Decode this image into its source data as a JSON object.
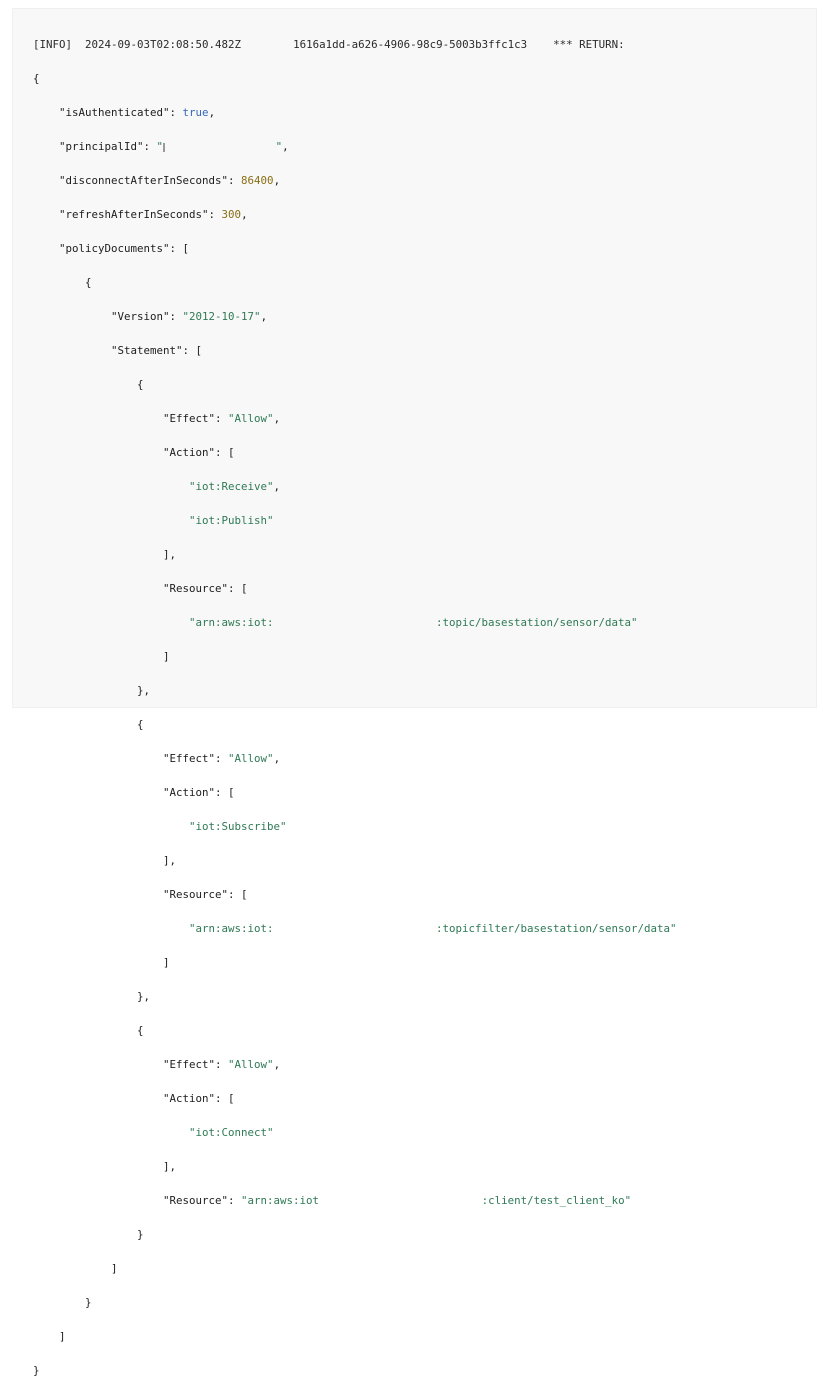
{
  "header": {
    "level": "[INFO]",
    "timestamp": "2024-09-03T02:08:50.482Z",
    "request_id": "1616a1dd-a626-4906-98c9-5003b3ffc1c3",
    "message": "*** RETURN:"
  },
  "response": {
    "isAuthenticated": "true",
    "principalId_prefix": "\"",
    "principalId_suffix": "\"",
    "disconnectAfterInSeconds": "86400",
    "refreshAfterInSeconds": "300",
    "version": "\"2012-10-17\"",
    "statements": [
      {
        "effect": "\"Allow\"",
        "actions": [
          "\"iot:Receive\"",
          "\"iot:Publish\""
        ],
        "resource_prefix": "\"arn:aws:iot:",
        "resource_suffix": ":topic/basestation/sensor/data\""
      },
      {
        "effect": "\"Allow\"",
        "actions": [
          "\"iot:Subscribe\""
        ],
        "resource_prefix": "\"arn:aws:iot:",
        "resource_suffix": ":topicfilter/basestation/sensor/data\""
      },
      {
        "effect": "\"Allow\"",
        "actions": [
          "\"iot:Connect\""
        ],
        "resource_prefix": "\"arn:aws:iot",
        "resource_suffix": ":client/test_client_ko\""
      }
    ]
  },
  "keys": {
    "isAuthenticated": "\"isAuthenticated\"",
    "principalId": "\"principalId\"",
    "disconnectAfterInSeconds": "\"disconnectAfterInSeconds\"",
    "refreshAfterInSeconds": "\"refreshAfterInSeconds\"",
    "policyDocuments": "\"policyDocuments\"",
    "version": "\"Version\"",
    "statement": "\"Statement\"",
    "effect": "\"Effect\"",
    "action": "\"Action\"",
    "resource": "\"Resource\""
  },
  "colors": {
    "string": "#2f7a55",
    "number": "#8a6d14",
    "boolean": "#3566b8",
    "text": "#1d1d1d",
    "panel": "#f8f8f8"
  }
}
